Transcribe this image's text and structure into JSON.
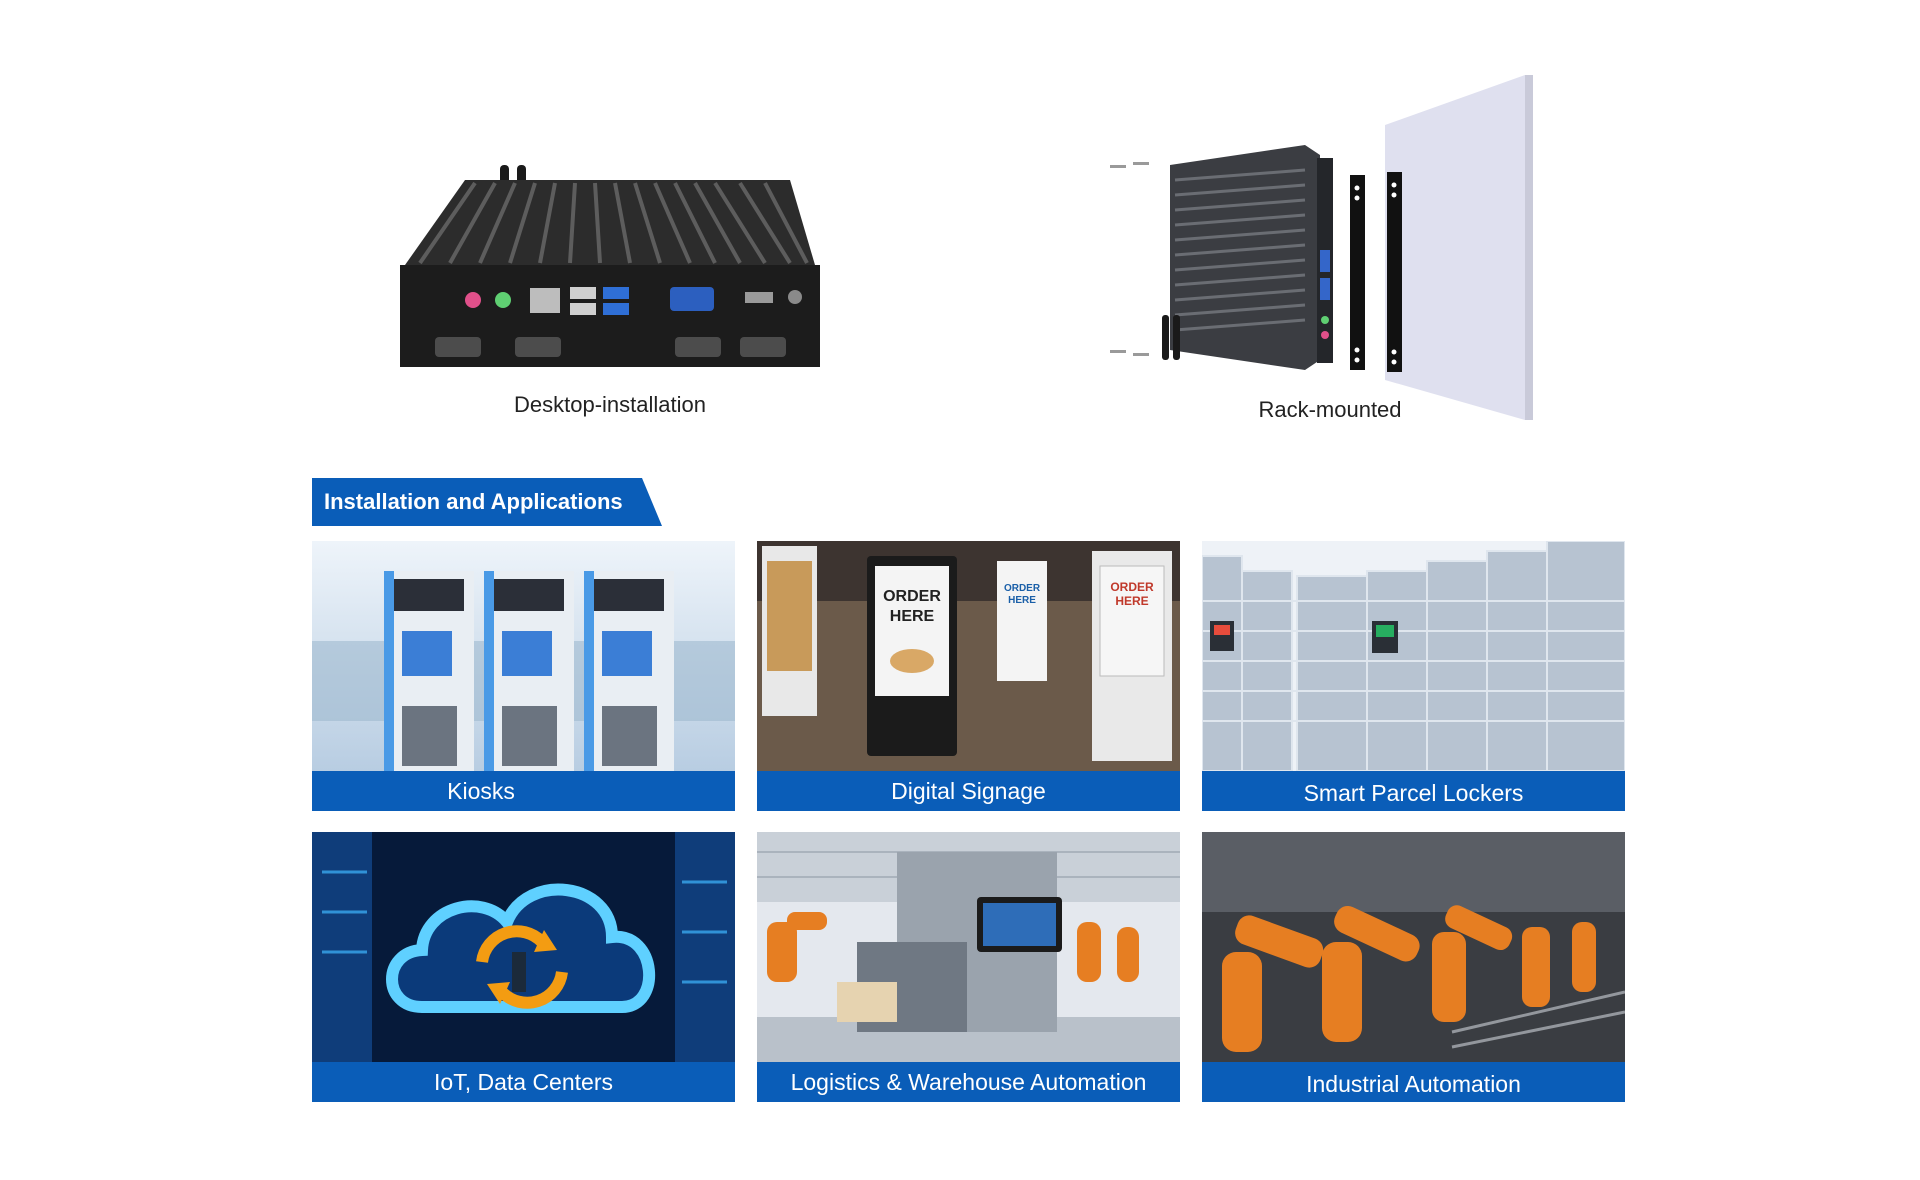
{
  "products": [
    {
      "caption": "Desktop-installation",
      "icon": "desktop-fanless-pc-image"
    },
    {
      "caption": "Rack-mounted",
      "icon": "rack-mounted-pc-image"
    }
  ],
  "section": {
    "title": "Installation and Applications",
    "color": "#0a5db8"
  },
  "applications": [
    {
      "label": "Kiosks",
      "icon": "kiosk-image"
    },
    {
      "label": "Digital Signage",
      "icon": "digital-signage-image"
    },
    {
      "label": "Smart Parcel Lockers",
      "icon": "parcel-locker-image"
    },
    {
      "label": "IoT, Data Centers",
      "icon": "cloud-datacenter-image"
    },
    {
      "label": "Logistics & Warehouse Automation",
      "icon": "warehouse-image"
    },
    {
      "label": "Industrial Automation",
      "icon": "robot-arm-image"
    }
  ],
  "signage_text": "ORDER HERE"
}
